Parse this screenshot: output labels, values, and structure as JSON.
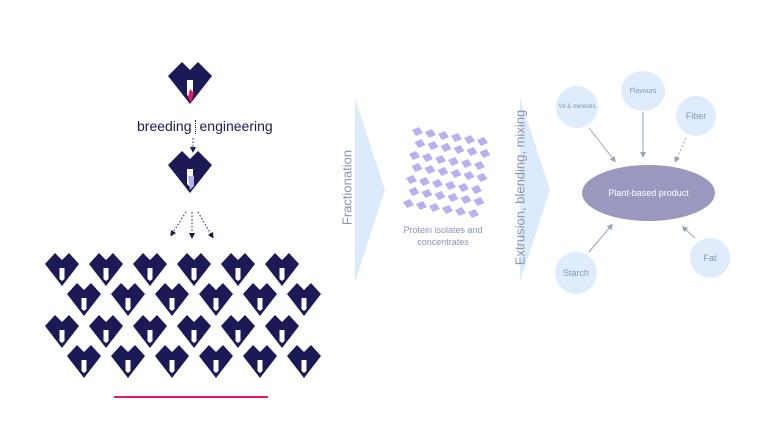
{
  "left": {
    "breeding_label": "breeding",
    "engineering_label": "engineering"
  },
  "arrows": {
    "fractionation_label": "Fractionation",
    "extrusion_label": "Extrusion, blending, mixing"
  },
  "middle": {
    "protein_label": "Protein isolates and concentrates"
  },
  "right": {
    "product_label": "Plant-based product",
    "inputs": {
      "vit": "Vit & minerals",
      "flavours": "Flavours",
      "fiber": "Fiber",
      "starch": "Starch",
      "fat": "Fat"
    }
  },
  "colors": {
    "seed_navy": "#1b1a57",
    "accent_pink": "#e8195a",
    "arrow_blue": "#dcebfb",
    "flake_purple": "#b7b1ef",
    "product_purple": "#9a98bf",
    "text_grey": "#8a93b3"
  }
}
